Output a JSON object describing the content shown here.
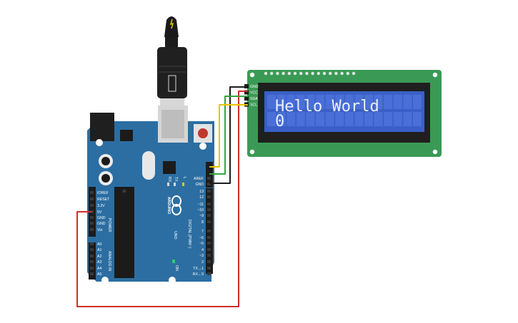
{
  "board": {
    "brand": "ARDUINO",
    "model": "UNO",
    "top_labels": [
      "AREF",
      "GND",
      "13",
      "12",
      "~11",
      "~10",
      "~9",
      "8",
      "7",
      "~6",
      "~5",
      "4",
      "~3",
      "2",
      "TX→1",
      "RX←0"
    ],
    "digital_label": "DIGITAL (PWM~)",
    "power_labels": [
      "IOREF",
      "RESET",
      "3.3V",
      "5V",
      "GND",
      "GND",
      "Vin"
    ],
    "power_title": "POWER",
    "analog_labels": [
      "A0",
      "A1",
      "A2",
      "A3",
      "A4",
      "A5"
    ],
    "analog_title": "ANALOG IN",
    "led_labels": [
      "RX",
      "TX",
      "L"
    ],
    "on_label": "ON"
  },
  "lcd": {
    "pin_labels": [
      "GND",
      "VCC",
      "SDA",
      "SCL"
    ],
    "line1": "Hello World",
    "line2": "0",
    "backlight_color": "#3a5fc8"
  },
  "colors": {
    "board": "#2c6ea2",
    "lcd_pcb": "#3a9a55",
    "wire_red": "#d32a2a",
    "wire_black": "#1d1d1d",
    "wire_green": "#2fa843",
    "wire_yellow": "#e8c400"
  }
}
